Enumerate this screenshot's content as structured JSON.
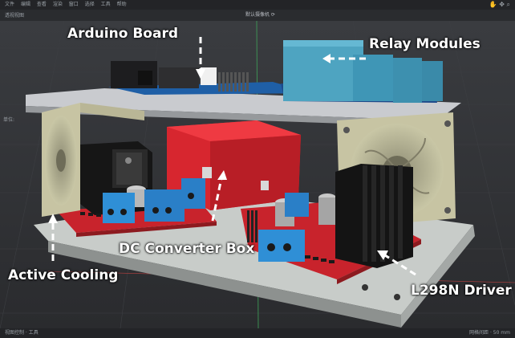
{
  "menubar": {
    "items": [
      "文件",
      "编辑",
      "查看",
      "渲染",
      "窗口",
      "选择",
      "工具",
      "帮助"
    ]
  },
  "viewport": {
    "label": "透视视图",
    "camera": "默认摄像机 ⟳",
    "side_label": "单位:"
  },
  "labels": {
    "arduino": "Arduino Board",
    "relay": "Relay Modules",
    "dc": "DC Converter Box",
    "cooling": "Active Cooling",
    "l298n": "L298N Driver"
  },
  "status": {
    "left": "视图控制 · 工具",
    "right": "网格间距 · 50 mm"
  }
}
